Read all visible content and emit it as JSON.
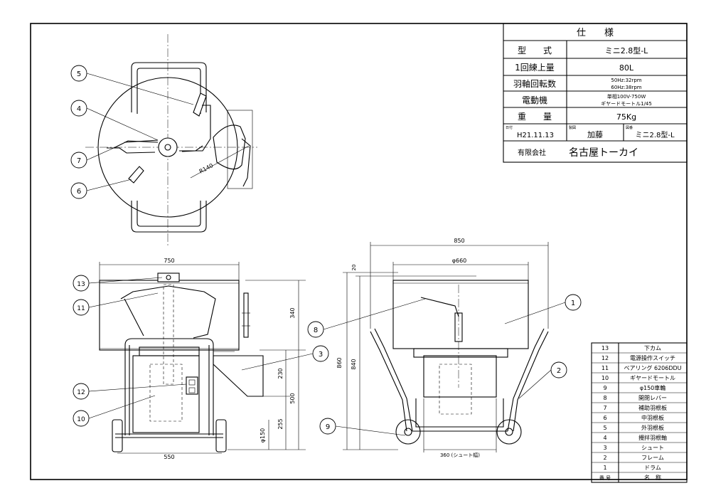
{
  "spec_table": {
    "title": "仕　　様",
    "rows": [
      {
        "label": "型　　式",
        "value": "ミニ2.8型-L"
      },
      {
        "label": "1回練上量",
        "value": "80L"
      },
      {
        "label": "羽軸回転数",
        "value_line1": "50Hz:32rpm",
        "value_line2": "60Hz:38rpm"
      },
      {
        "label": "電動機",
        "value_line1": "単相100V-750W",
        "value_line2": "ギヤードモートル1/45"
      },
      {
        "label": "重　　量",
        "value": "75Kg"
      }
    ],
    "date_label": "日付",
    "date": "H21.11.13",
    "drawn_label": "製図",
    "drawn_by": "加藤",
    "drawing_label": "図番",
    "drawing_no": "ミニ2.8型-L",
    "company_prefix": "有限会社",
    "company_name": "名古屋トーカイ"
  },
  "parts_table": {
    "header_no": "番 号",
    "header_name": "名　称",
    "rows": [
      {
        "no": "13",
        "name": "下カム"
      },
      {
        "no": "12",
        "name": "電源操作スイッチ"
      },
      {
        "no": "11",
        "name": "ベアリング 6206DDU"
      },
      {
        "no": "10",
        "name": "ギヤードモートル"
      },
      {
        "no": "9",
        "name": "φ150車輪"
      },
      {
        "no": "8",
        "name": "開閉レバー"
      },
      {
        "no": "7",
        "name": "補助羽根板"
      },
      {
        "no": "6",
        "name": "中羽根板"
      },
      {
        "no": "5",
        "name": "外羽根板"
      },
      {
        "no": "4",
        "name": "攪拌羽根軸"
      },
      {
        "no": "3",
        "name": "シュート"
      },
      {
        "no": "2",
        "name": "フレーム"
      },
      {
        "no": "1",
        "name": "ドラム"
      }
    ]
  },
  "dimensions": {
    "top_radius": "R140",
    "front_width": "750",
    "front_base_width": "550",
    "front_drum_height": "340",
    "front_chute_height": "230",
    "front_frame_height": "500",
    "front_wheel_height": "255",
    "front_wheel_dia": "φ150",
    "side_width": "850",
    "side_drum_dia": "φ660",
    "side_top_gap": "20",
    "side_height": "860",
    "side_body_height": "840",
    "side_chute_width": "360 (シュート幅)"
  },
  "balloons": {
    "b1": "1",
    "b2": "2",
    "b3": "3",
    "b4": "4",
    "b5": "5",
    "b6": "6",
    "b7": "7",
    "b8": "8",
    "b9": "9",
    "b10": "10",
    "b11": "11",
    "b12": "12",
    "b13": "13"
  }
}
